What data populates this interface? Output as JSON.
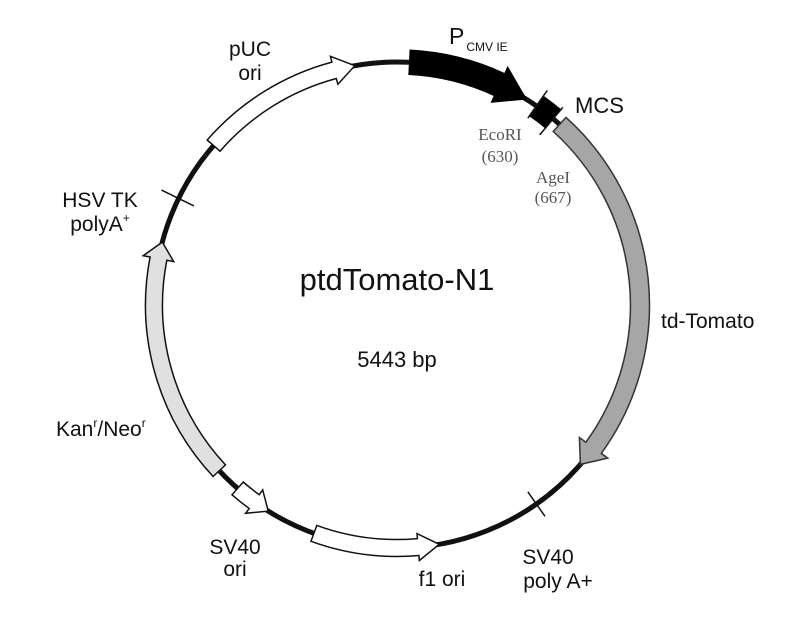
{
  "plasmid": {
    "name": "ptdTomato-N1",
    "size": "5443 bp"
  },
  "features": {
    "cmv": {
      "main": "P",
      "sub": "CMV IE",
      "color": "#000000"
    },
    "mcs": {
      "label": "MCS",
      "color": "#000000"
    },
    "ecori": {
      "name": "EcoRI",
      "pos": "(630)"
    },
    "agei": {
      "name": "AgeI",
      "pos": "(667)"
    },
    "tdtomato": {
      "label": "td-Tomato",
      "color": "#a6a6a6"
    },
    "sv40polya": {
      "line1": "SV40",
      "line2": "poly A+"
    },
    "f1ori": {
      "label": "f1 ori",
      "color": "#ffffff"
    },
    "sv40ori": {
      "line1": "SV40",
      "line2": "ori",
      "color": "#ffffff"
    },
    "kanneo": {
      "kan": "Kan",
      "sup1": "r",
      "sep": "/Neo",
      "sup2": "r",
      "color": "#e0e0e0"
    },
    "hsvtk": {
      "line1": "HSV TK",
      "line2": "polyA",
      "sup": "+"
    },
    "puc": {
      "line1": "pUC",
      "line2": "ori",
      "color": "#ffffff"
    }
  }
}
